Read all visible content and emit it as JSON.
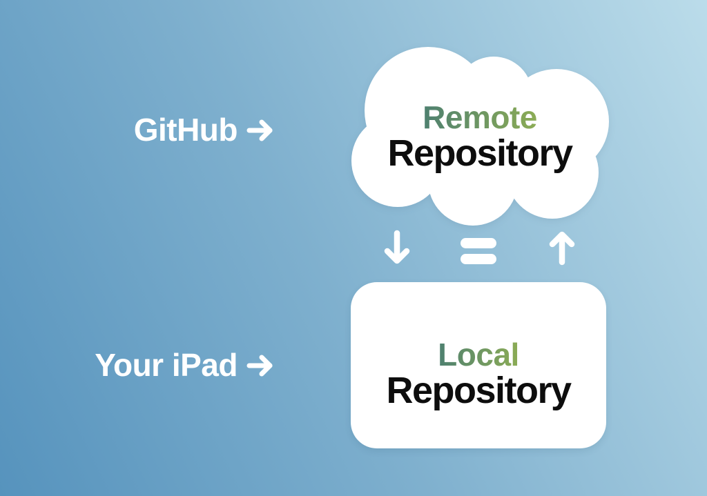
{
  "canvas": {
    "background_gradient": {
      "from": "#5693BD",
      "to": "#BBDCEA",
      "direction": "bottom-left-to-top-right"
    }
  },
  "palette": {
    "node_fill": "#FFFFFF",
    "title_gradient_from": "#4E8070",
    "title_gradient_to": "#8CAC55",
    "subtitle_color": "#0D0D0D",
    "label_color": "#FFFFFF"
  },
  "side_labels": {
    "github": {
      "text": "GitHub"
    },
    "ipad": {
      "text": "Your iPad"
    }
  },
  "remote_node": {
    "shape": "cloud",
    "title": "Remote",
    "subtitle": "Repository"
  },
  "local_node": {
    "shape": "rounded-rectangle",
    "title": "Local",
    "subtitle": "Repository"
  },
  "sync_row": {
    "icons": [
      "down-arrow",
      "equals",
      "up-arrow"
    ]
  }
}
